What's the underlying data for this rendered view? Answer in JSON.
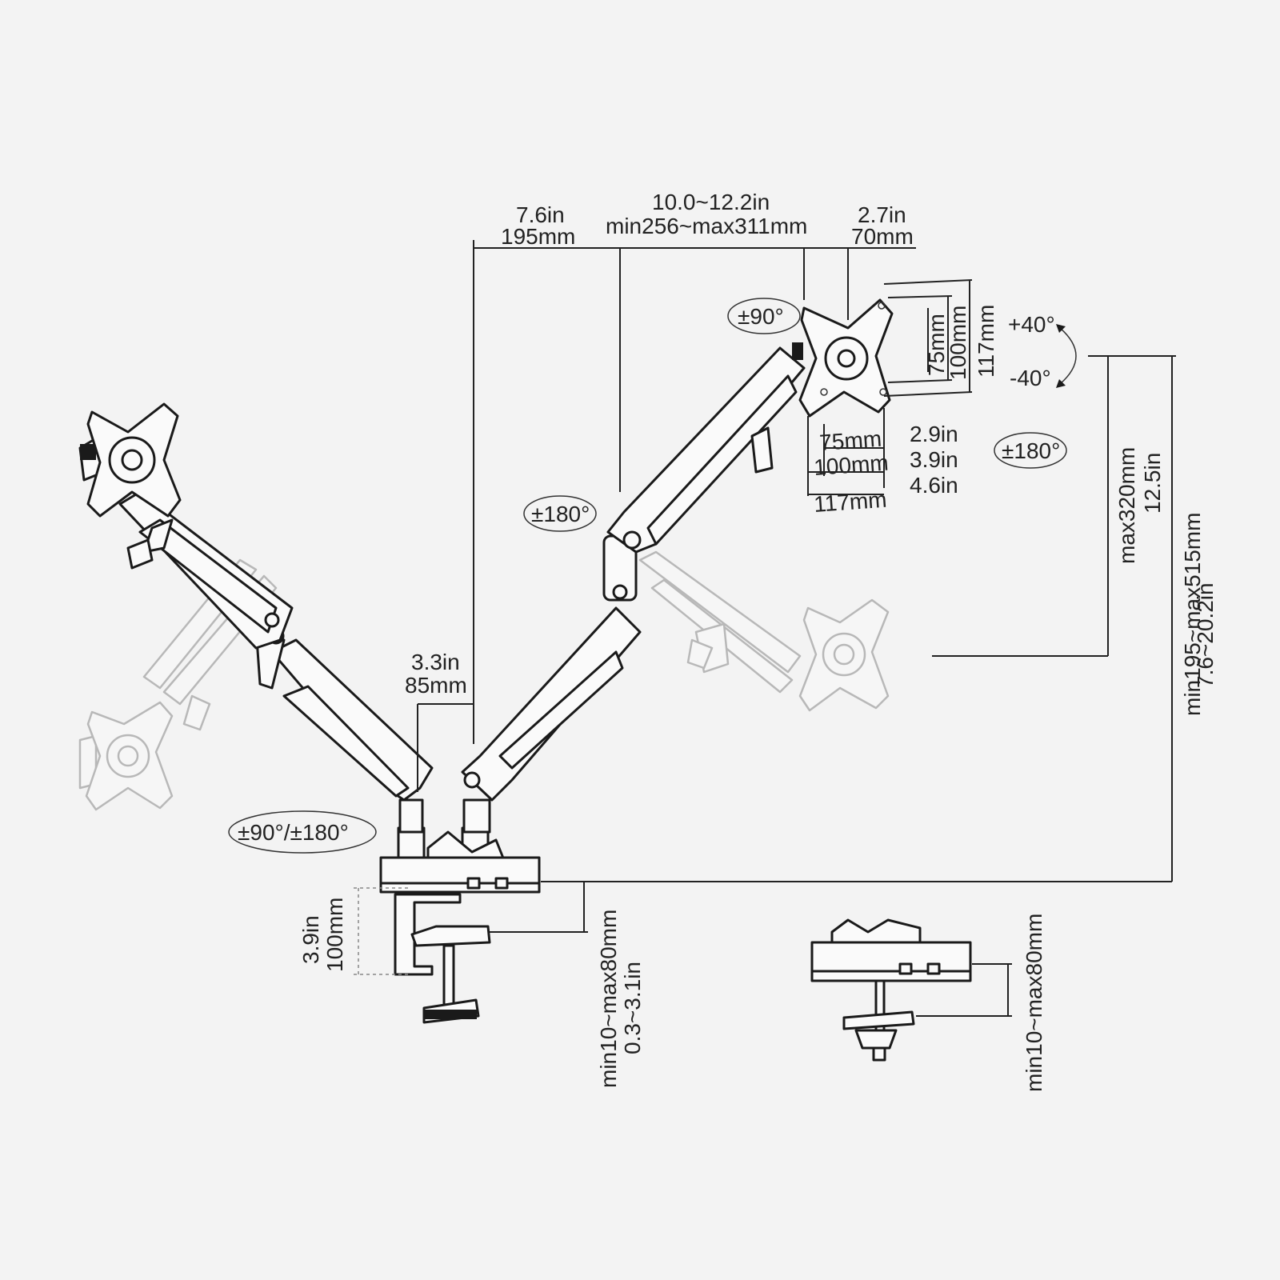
{
  "dimensions": {
    "top_left_in": "7.6in",
    "top_left_mm": "195mm",
    "top_mid_in": "10.0~12.2in",
    "top_mid_mm": "min256~max311mm",
    "top_right_in": "2.7in",
    "top_right_mm": "70mm",
    "vesa_v_75": "75mm",
    "vesa_v_100": "100mm",
    "vesa_v_117": "117mm",
    "vesa_h_75": "75mm",
    "vesa_h_100": "100mm",
    "vesa_h_117": "117mm",
    "vesa_in_29": "2.9in",
    "vesa_in_39": "3.9in",
    "vesa_in_46": "4.6in",
    "pole_offset_in": "3.3in",
    "pole_offset_mm": "85mm",
    "height_max": "max320mm",
    "height_max_in": "12.5in",
    "height_range": "min195~max515mm",
    "height_range_in": "7.6~20.2in",
    "clamp_depth_in": "3.9in",
    "clamp_depth_mm": "100mm",
    "clamp_thickness": "min10~max80mm",
    "clamp_thickness_in": "0.3~3.1in",
    "grommet_thickness": "min10~max80mm"
  },
  "rotations": {
    "tilt_up": "+40°",
    "tilt_down": "-40°",
    "rotate_plate": "±90°",
    "swivel_head": "±180°",
    "swivel_arm": "±180°",
    "swivel_base": "±90°/±180°"
  }
}
